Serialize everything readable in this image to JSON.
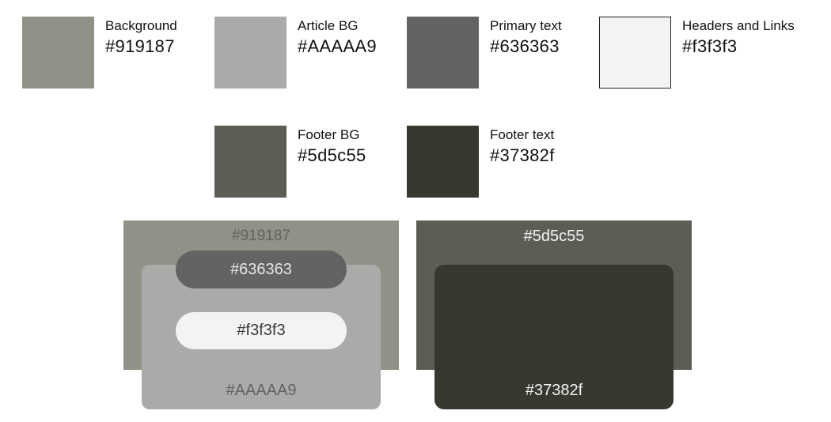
{
  "swatches": [
    {
      "label": "Background",
      "hex": "#919187",
      "color": "#919187"
    },
    {
      "label": "Article BG",
      "hex": "#AAAAA9",
      "color": "#AAAAA9"
    },
    {
      "label": "Primary text",
      "hex": "#636363",
      "color": "#636363"
    },
    {
      "label": "Headers and Links",
      "hex": "#f3f3f3",
      "color": "#f3f3f3"
    },
    {
      "label": "Footer BG",
      "hex": "#5d5c55",
      "color": "#5d5c55"
    },
    {
      "label": "Footer text",
      "hex": "#37382f",
      "color": "#37382f"
    }
  ],
  "preview_light": {
    "background_label": "#919187",
    "article_label": "#AAAAA9",
    "primary_label": "#636363",
    "headers_label": "#f3f3f3"
  },
  "preview_dark": {
    "background_label": "#5d5c55",
    "footer_label": "#37382f"
  }
}
